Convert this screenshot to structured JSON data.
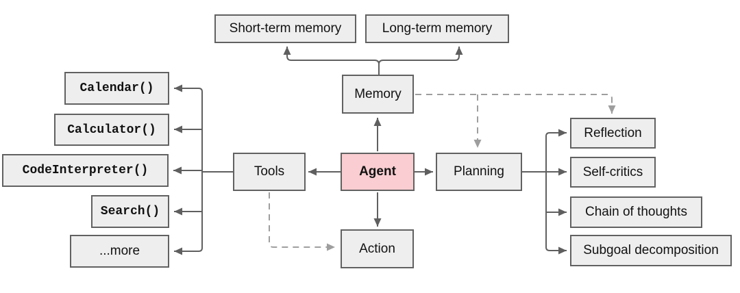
{
  "diagram": {
    "nodes": {
      "agent": {
        "label": "Agent"
      },
      "memory": {
        "label": "Memory"
      },
      "tools": {
        "label": "Tools"
      },
      "planning": {
        "label": "Planning"
      },
      "action": {
        "label": "Action"
      },
      "short_term_memory": {
        "label": "Short-term memory"
      },
      "long_term_memory": {
        "label": "Long-term memory"
      },
      "calendar": {
        "label": "Calendar()"
      },
      "calculator": {
        "label": "Calculator()"
      },
      "code_interpreter": {
        "label": "CodeInterpreter()"
      },
      "search": {
        "label": "Search()"
      },
      "more": {
        "label": "...more"
      },
      "reflection": {
        "label": "Reflection"
      },
      "self_critics": {
        "label": "Self-critics"
      },
      "chain_of_thoughts": {
        "label": "Chain of thoughts"
      },
      "subgoal_decomposition": {
        "label": "Subgoal decomposition"
      }
    },
    "edges": [
      {
        "from": "agent",
        "to": "memory",
        "style": "solid"
      },
      {
        "from": "memory",
        "to": "short_term_memory",
        "style": "solid"
      },
      {
        "from": "memory",
        "to": "long_term_memory",
        "style": "solid"
      },
      {
        "from": "agent",
        "to": "tools",
        "style": "solid"
      },
      {
        "from": "agent",
        "to": "planning",
        "style": "solid"
      },
      {
        "from": "agent",
        "to": "action",
        "style": "solid"
      },
      {
        "from": "tools",
        "to": "calendar",
        "style": "solid"
      },
      {
        "from": "tools",
        "to": "calculator",
        "style": "solid"
      },
      {
        "from": "tools",
        "to": "code_interpreter",
        "style": "solid"
      },
      {
        "from": "tools",
        "to": "search",
        "style": "solid"
      },
      {
        "from": "tools",
        "to": "more",
        "style": "solid"
      },
      {
        "from": "planning",
        "to": "reflection",
        "style": "solid"
      },
      {
        "from": "planning",
        "to": "self_critics",
        "style": "solid"
      },
      {
        "from": "planning",
        "to": "chain_of_thoughts",
        "style": "solid"
      },
      {
        "from": "planning",
        "to": "subgoal_decomposition",
        "style": "solid"
      },
      {
        "from": "memory",
        "to": "planning",
        "style": "dashed"
      },
      {
        "from": "memory",
        "to": "reflection",
        "style": "dashed"
      },
      {
        "from": "tools",
        "to": "action",
        "style": "dashed"
      }
    ],
    "colors": {
      "background": "#ffffff",
      "box_fill": "#eeeeee",
      "box_border": "#616161",
      "agent_fill": "#f9cdd1",
      "solid_line": "#5f5f5f",
      "dashed_line": "#9e9e9e"
    }
  }
}
